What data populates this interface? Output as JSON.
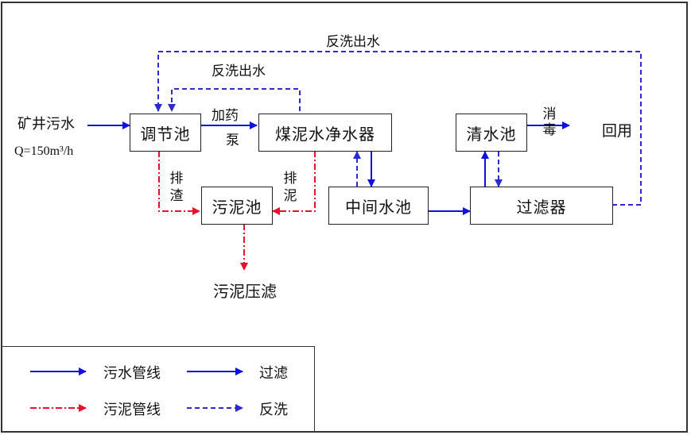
{
  "colors": {
    "sewage_line": "#1010e0",
    "filter_line": "#1010e0",
    "sludge_line": "#e8102a",
    "backwash_line": "#2a2ad0",
    "box_border": "#222222"
  },
  "inputs": {
    "source_label": "矿井污水",
    "flow_rate": "Q=150m³/h"
  },
  "nodes": {
    "regulating_tank": "调节池",
    "coal_sludge_purifier": "煤泥水净水器",
    "sludge_tank": "污泥池",
    "intermediate_tank": "中间水池",
    "clear_water_tank": "清水池",
    "filter": "过滤器"
  },
  "labels": {
    "dosing_pump_line1": "加药",
    "dosing_pump_line2": "泵",
    "slag_discharge": [
      "排",
      "渣"
    ],
    "sludge_discharge": [
      "排",
      "泥"
    ],
    "backwash_outlet_inner": "反洗出水",
    "backwash_outlet_outer": "反洗出水",
    "disinfection": [
      "消",
      "毒"
    ],
    "reuse": "回用",
    "sludge_press_filter": "污泥压滤"
  },
  "legend": {
    "items": [
      {
        "label": "污水管线",
        "style": "solid",
        "color": "#1010e0"
      },
      {
        "label": "过滤",
        "style": "solid",
        "color": "#1010e0"
      },
      {
        "label": "污泥管线",
        "style": "dash-dot",
        "color": "#e8102a"
      },
      {
        "label": "反洗",
        "style": "dashed",
        "color": "#2a2ad0"
      }
    ]
  }
}
